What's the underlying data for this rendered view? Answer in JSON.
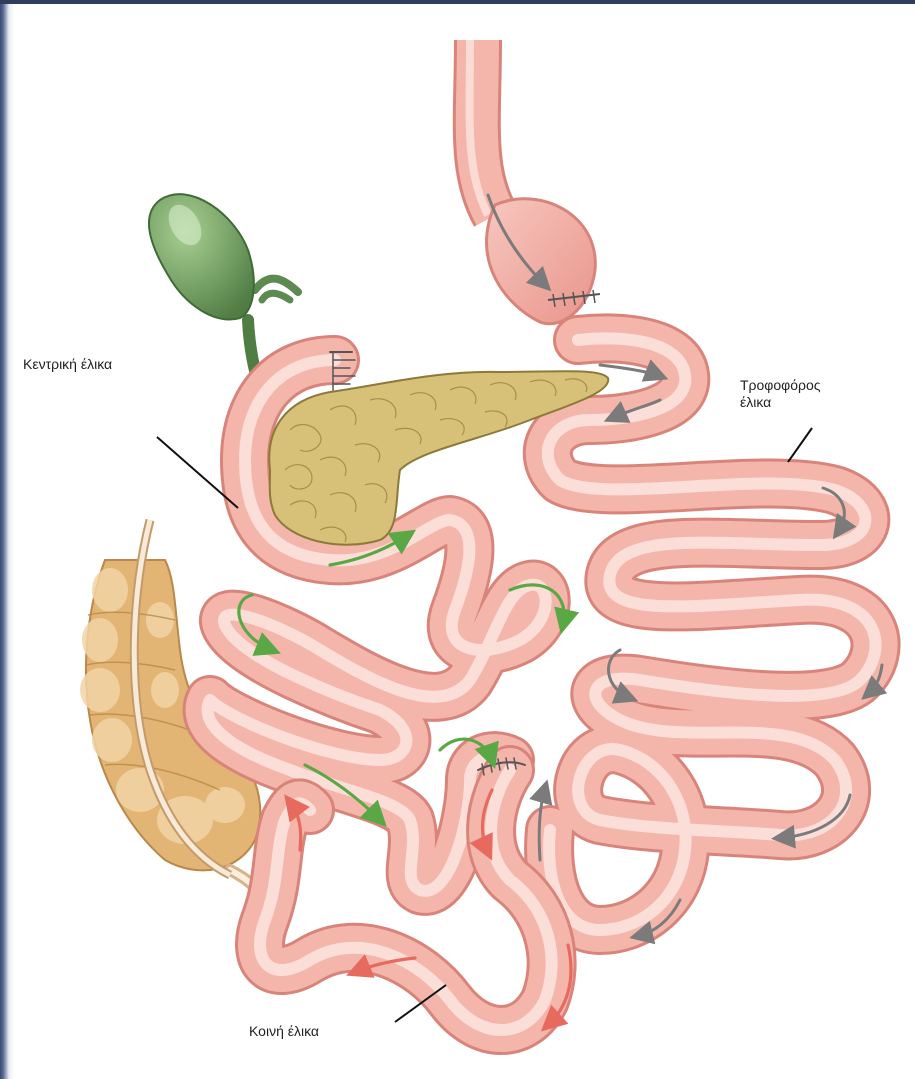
{
  "labels": {
    "central_limb": "Κεντρική έλικα",
    "feeding_limb": "Τροφοφόρος\nέλικα",
    "common_limb": "Κοινή έλικα"
  },
  "colors": {
    "bowel": "#f4b5ab",
    "bowel_edge": "#d9847a",
    "bowel_highlight": "#fde5df",
    "stomach": "#eea39a",
    "pancreas": "#d7c178",
    "pancreas_edge": "#8d7a3a",
    "gallbladder": "#6c9a5a",
    "colon": "#e3b574",
    "arrow_green": "#5aa845",
    "arrow_gray": "#7b7b7b",
    "arrow_red": "#e76a5f",
    "frame": "#3f4d72"
  },
  "icons": {
    "flow_arrows": "curved-arrow-icon"
  }
}
